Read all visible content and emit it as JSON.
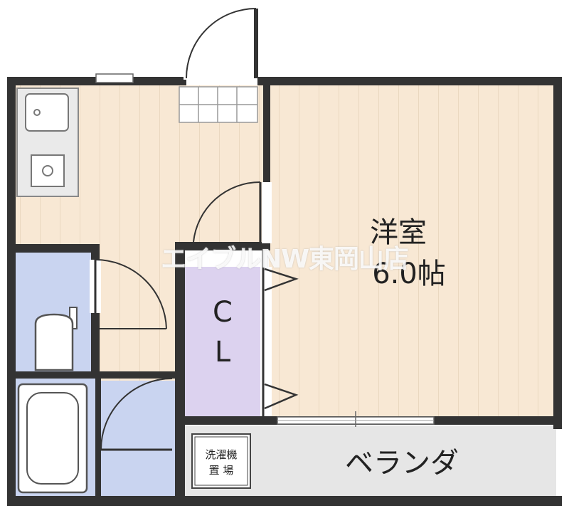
{
  "rooms": {
    "western_room": {
      "name": "洋室",
      "size": "6.0帖"
    },
    "closet": {
      "line1": "C",
      "line2": "L"
    },
    "veranda": {
      "name": "ベランダ"
    },
    "washer_space": {
      "line1": "洗濯機",
      "line2": "置 場"
    }
  },
  "watermark": "エイブルNW東岡山店",
  "colors": {
    "wall": "#333333",
    "wood_floor": "#f8e8d4",
    "wet_area": "#c9d4f0",
    "closet": "#dcd2ef",
    "veranda": "#e6e6e6"
  },
  "icons": [
    "door-swing-icon",
    "toilet-icon",
    "bathtub-icon",
    "sink-icon",
    "stove-icon",
    "stairs-icon"
  ]
}
